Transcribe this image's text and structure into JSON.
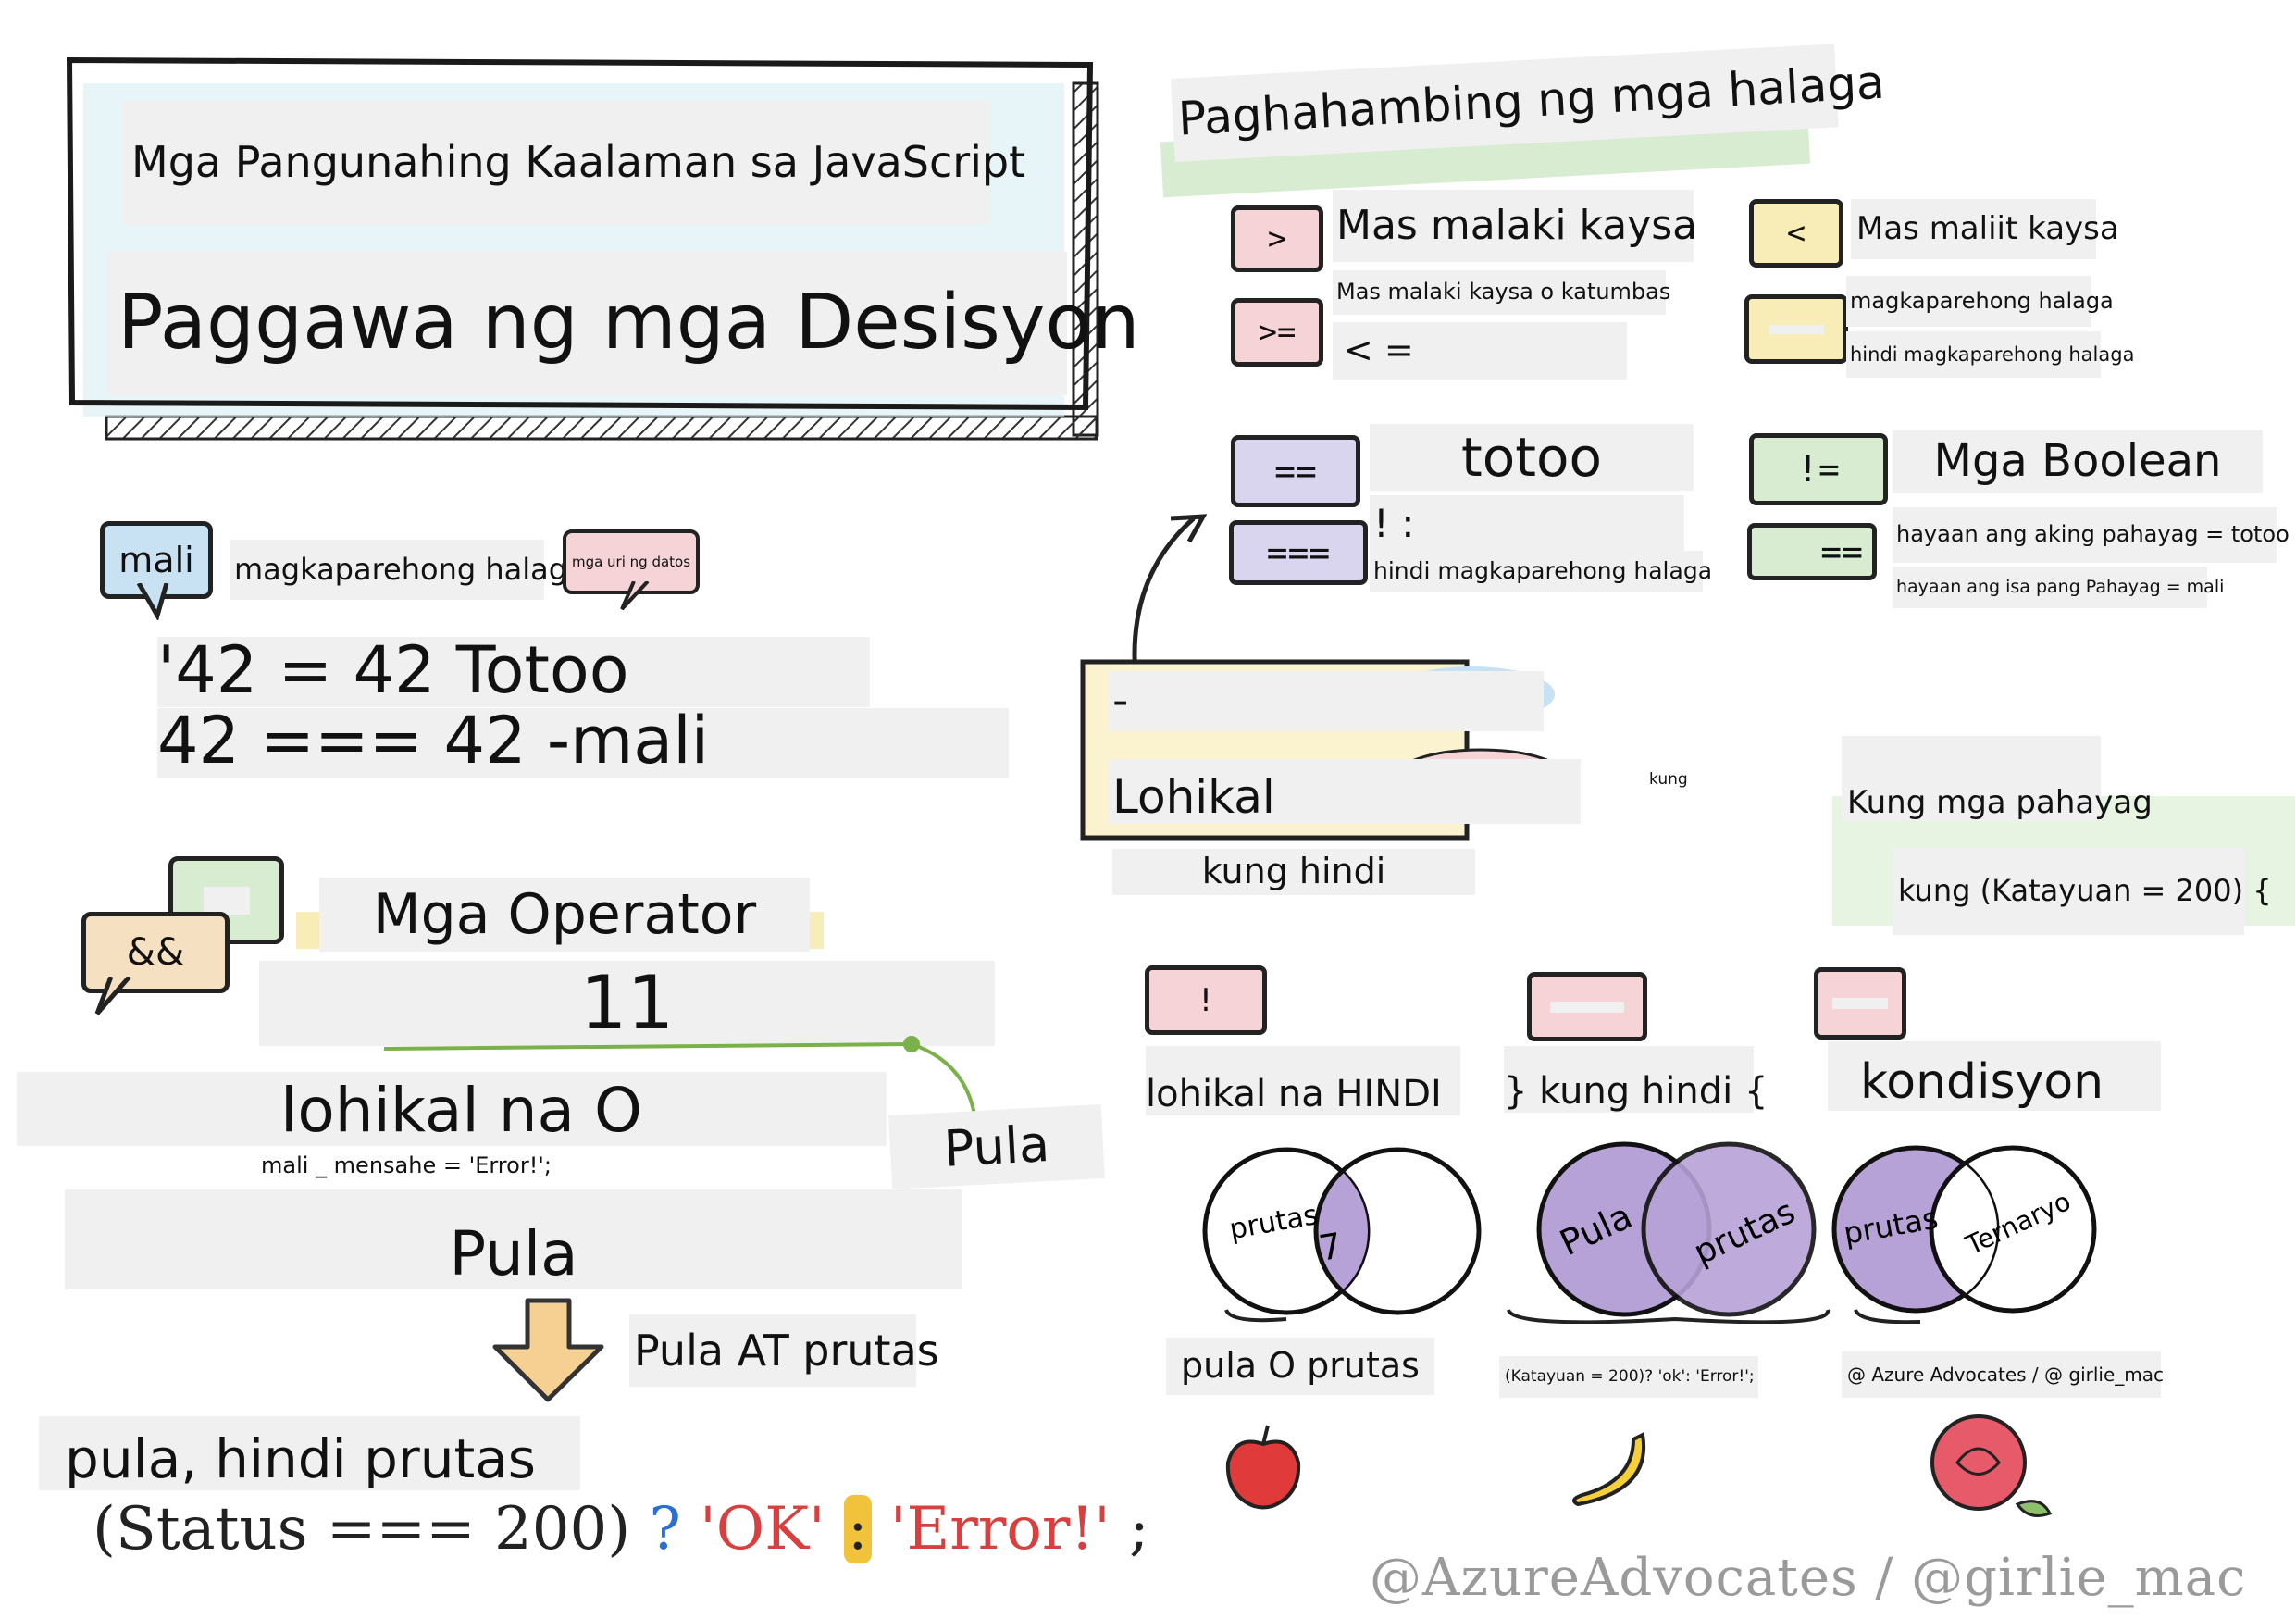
{
  "header": {
    "subtitle": "Mga Pangunahing Kaalaman sa JavaScript",
    "title": "Paggawa ng mga Desisyon"
  },
  "left": {
    "bubble_mali": "mali",
    "label_same_value": "magkaparehong halaga",
    "bubble_type": "mga uri ng datos",
    "example_1": "'42 = 42 Totoo",
    "example_2": "42 === 42 -mali",
    "bubble_and": "&&",
    "operators_title": "Mga Operator",
    "or_symbol": "11",
    "logical_or": "lohikal na O",
    "error_msg": "mali _ mensahe = 'Error!';",
    "pula_right": "Pula",
    "pula_big": "Pula",
    "pula_and_fruit": "Pula AT prutas",
    "red_not_fruit": "pula, hindi prutas",
    "code": {
      "part1": "(Status === 200)",
      "q": "?",
      "ok": "'OK'",
      "colon": ":",
      "err": "'Error!'",
      "semi": ";"
    }
  },
  "comparison": {
    "title": "Paghahambing ng mga halaga",
    "gt_symbol": ">",
    "gt_label": "Mas malaki kaysa",
    "gte_symbol": ">=",
    "gte_label": "Mas malaki kaysa o katumbas",
    "lte_label": "< =",
    "lt_symbol": "<",
    "lt_label": "Mas maliit kaysa",
    "same_value_label": "magkaparehong halaga",
    "not_same_label": "hindi magkaparehong halaga",
    "eq_symbol": "==",
    "true_label": "totoo",
    "neq_symbol": "!=",
    "booleans_label": "Mga Boolean",
    "strict_eq_symbol": "===",
    "not_label": "! :",
    "not_same_value": "hindi magkaparehong halaga",
    "strict_neq_symbol": "==",
    "let_true": "hayaan ang aking pahayag = totoo",
    "let_false": "hayaan ang isa pang Pahayag = mali"
  },
  "logic": {
    "dash": "-",
    "logical_label": "Lohikal",
    "kung_small": "kung",
    "else_label": "kung hindi",
    "if_statements": "Kung mga pahayag",
    "if_code": "kung (Katayuan = 200) {"
  },
  "venn": {
    "not_symbol": "!",
    "not_label": "lohikal na HINDI",
    "else_label": "} kung hindi {",
    "condition_label": "kondisyon",
    "v1_left": "prutas",
    "v1_right": "7",
    "v2_left": "Pula",
    "v2_right": "prutas",
    "v3_left": "prutas",
    "v3_right": "Ternaryo",
    "red_or_fruit": "pula O prutas",
    "ternary_code": "(Katayuan = 200)? 'ok': 'Error!';",
    "credit_small": "@ Azure Advocates / @ girlie_mac"
  },
  "footer": {
    "credit": "@AzureAdvocates / @girlie_mac"
  },
  "colors": {
    "pink": "#f6d3d6",
    "yellow": "#f8ecb7",
    "purple": "#d9d5ee",
    "green": "#d8ecd2",
    "venn_purple": "#b7a2d8",
    "light_blue": "#d8eef4",
    "code_red": "#d8403f",
    "code_blue": "#2a6fd1",
    "code_yellow": "#f1c33c"
  }
}
